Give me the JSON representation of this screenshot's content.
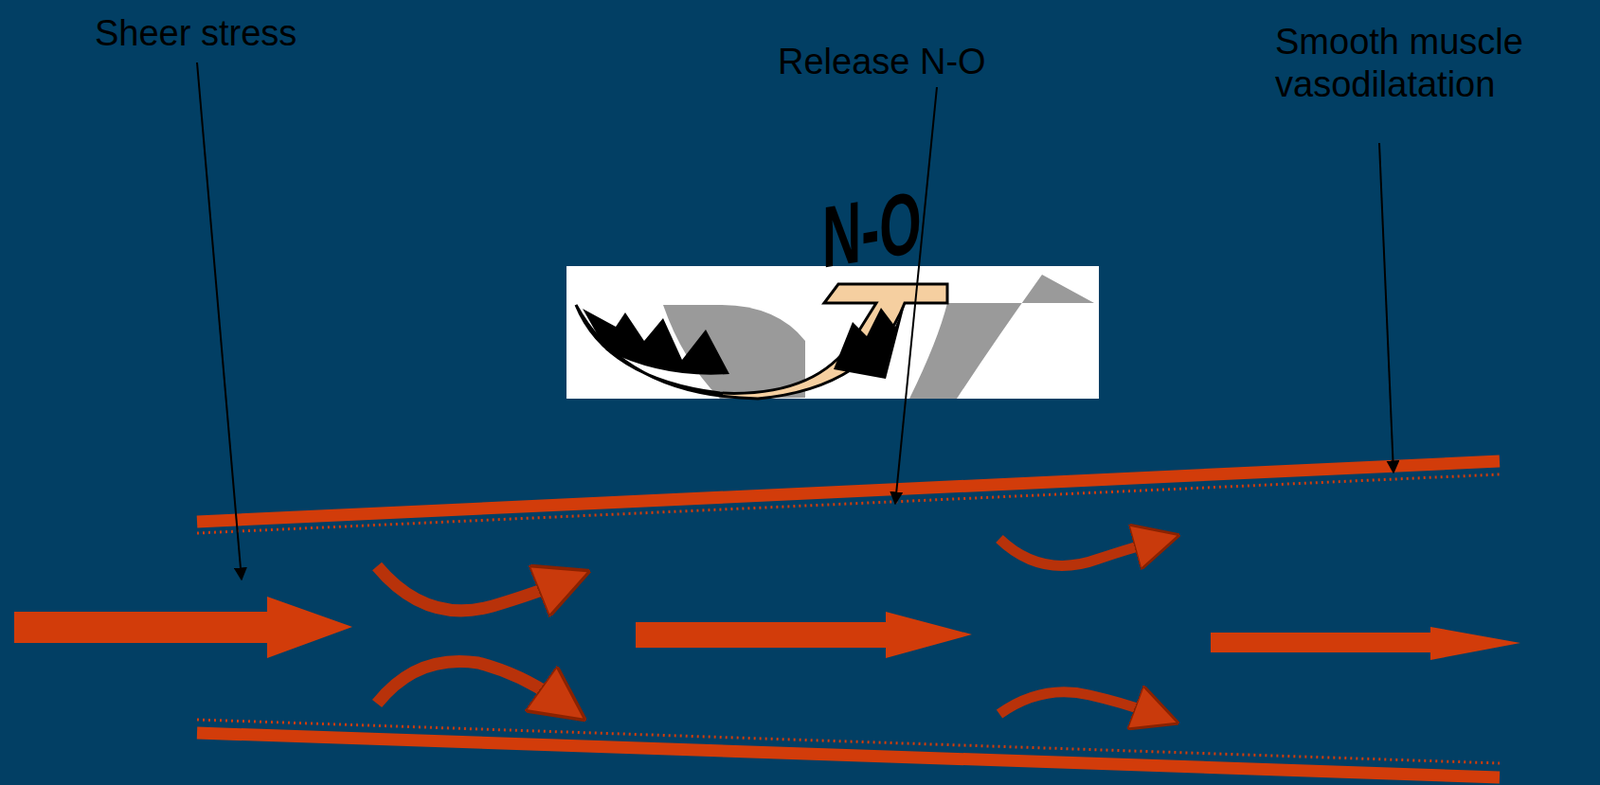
{
  "diagram": {
    "labels": [
      "Sheer stress",
      "Release N-O",
      "Smooth muscle vasodilatation",
      "N-O"
    ]
  }
}
